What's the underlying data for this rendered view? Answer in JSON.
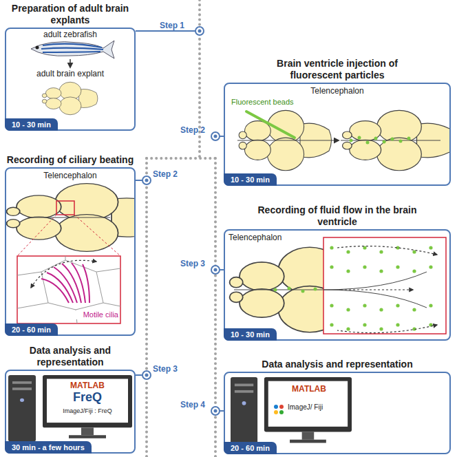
{
  "diagram": {
    "nodes": [
      {
        "text": [
          "Preparation of adult brain explants",
          "adult zebrafish",
          "adult brain explant",
          "10 - 30 min"
        ]
      },
      {
        "text": [
          "Recording of ciliary beating",
          "Telencephalon",
          "Motile cilia",
          "20 - 60 min"
        ]
      },
      {
        "text": [
          "Data analysis and representation",
          "MATLAB",
          "FreQ",
          "ImageJ/Fiji : FreQ",
          "30 min - a few hours"
        ]
      },
      {
        "text": [
          "Brain ventricle injection of fluorescent particles",
          "Telencephalon",
          "Fluorescent beads",
          "10 - 30 min"
        ]
      },
      {
        "text": [
          "Recording of fluid flow in the brain ventricle",
          "Telencephalon",
          "10 - 30 min"
        ]
      },
      {
        "text": [
          "Data analysis and representation",
          "MATLAB",
          "ImageJ/ Fiji",
          "20 - 60 min"
        ]
      }
    ],
    "labels": [
      "Step 1",
      "Step 2",
      "Step 3",
      "Step 2",
      "Step 3",
      "Step 4"
    ]
  }
}
